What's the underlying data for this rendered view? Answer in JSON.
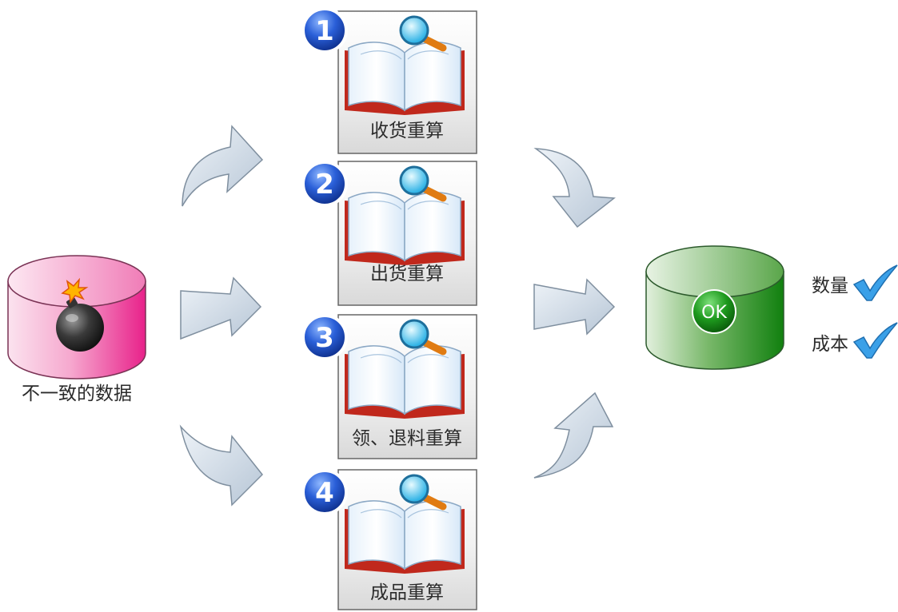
{
  "source": {
    "label": "不一致的数据"
  },
  "steps": [
    {
      "number": "1",
      "label": "收货重算"
    },
    {
      "number": "2",
      "label": "出货重算"
    },
    {
      "number": "3",
      "label": "领、退料重算"
    },
    {
      "number": "4",
      "label": "成品重算"
    }
  ],
  "result": {
    "ok_text": "OK",
    "checks": [
      {
        "label": "数量"
      },
      {
        "label": "成本"
      }
    ]
  },
  "colors": {
    "source_cylinder": "#e8218a",
    "result_cylinder": "#1a8a1a",
    "step_badge": "#1f4fc8",
    "arrow_fill": "#cdd9e6",
    "arrow_stroke": "#7f8f9f",
    "check": "#3aa0e8"
  },
  "icons": {
    "source": "bomb-icon",
    "step": [
      "open-book-icon",
      "magnifier-icon"
    ],
    "result": "ok-badge-icon",
    "check": "checkmark-icon"
  }
}
